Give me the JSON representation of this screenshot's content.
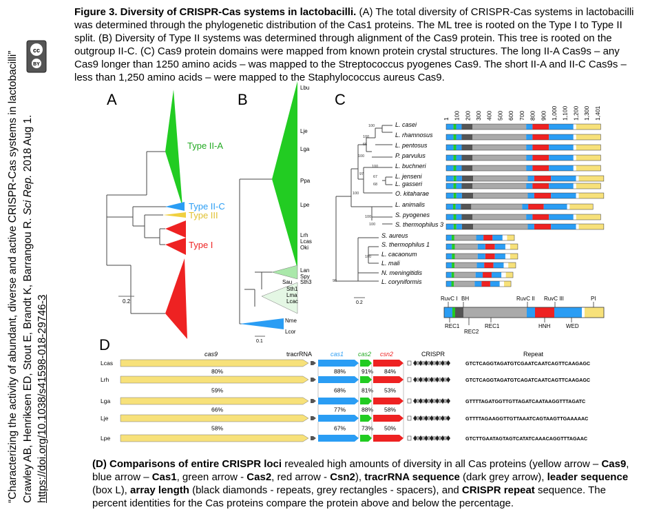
{
  "sidebar": {
    "line1": "“Characterizing the activity of abundant, diverse and active CRISPR-Cas systems in lactobacilli”",
    "line2_prefix": "Crawley AB, Henriksen ED, Stout E, Brandt K, Barrangou R. ",
    "line2_journal": "Sci Rep.",
    "line2_suffix": " 2018 Aug 1.",
    "doi": "https://doi.org/10.1038/s41598-018-29746-3",
    "license_icon": "cc-by-icon"
  },
  "caption": {
    "title": "Figure 3. Diversity of CRISPR-Cas systems in lactobacilli.",
    "text": " (A) The total diversity of CRISPR-Cas systems in lactobacilli was determined through the phylogenetic distribution of the Cas1 proteins. The ML tree is rooted on the Type I to Type II split. (B) Diversity of Type II systems was determined through alignment of the Cas9 protein. This tree is rooted on the outgroup II-C. (C) Cas9 protein domains were mapped from known protein crystal structures. The long II-A Cas9s – any Cas9 longer than 1250 amino acids – was mapped to the Streptococcus pyogenes Cas9. The short II-A and II-C Cas9s – less than 1,250 amino acids – were mapped to the Staphylococcus aureus Cas9."
  },
  "panelA": {
    "letter": "A",
    "labels": {
      "type2a": "Type II-A",
      "type2c": "Type II-C",
      "type3": "Type III",
      "type1": "Type I"
    },
    "scale": "0.2",
    "colors": {
      "type2a": "#22cc22",
      "type2c": "#2a9df4",
      "type3": "#f0d040",
      "type1": "#ee2222"
    }
  },
  "panelB": {
    "letter": "B",
    "taxa": [
      "Lbu",
      "Lje",
      "Lga",
      "Ppa",
      "Lpe",
      "Lrh",
      "Lcas",
      "Oki",
      "Lan",
      "Spy",
      "Sth3",
      "Sau",
      "Sth1",
      "Lma",
      "Lcac",
      "Nme",
      "Lcor"
    ],
    "scale": "0.1"
  },
  "panelC": {
    "letter": "C",
    "axis_ticks": [
      "1",
      "100",
      "200",
      "300",
      "400",
      "500",
      "600",
      "700",
      "800",
      "900",
      "1,000",
      "1,100",
      "1,200",
      "1,300",
      "1,401"
    ],
    "species": [
      "L. casei",
      "L. rhamnosus",
      "L. pentosus",
      "P. parvulus",
      "L. buchneri",
      "L. jenseni",
      "L. gasseri",
      "O. kitaharae",
      "L. animalis",
      "S. pyogenes",
      "S. thermophilus 3",
      "S. aureus",
      "S. thermophilus 1",
      "L. cacaonum",
      "L. mali",
      "N. meningitidis",
      "L. coryniformis"
    ],
    "bootstrap": [
      "100",
      "100",
      "66",
      "100",
      "100",
      "97",
      "67",
      "68",
      "100",
      "100",
      "100",
      "100",
      "98"
    ],
    "scale": "0.2",
    "domains_top": [
      "RuvC I",
      "BH",
      "RuvC II",
      "RuvC III",
      "PI"
    ],
    "domains_bottom": [
      "REC1",
      "REC2",
      "REC1",
      "HNH",
      "WED"
    ]
  },
  "panelD": {
    "letter": "D",
    "headers": {
      "cas9": "cas9",
      "tracr": "tracrRNA",
      "cas1": "cas1",
      "cas2": "cas2",
      "csn2": "csn2",
      "crispr": "CRISPR",
      "repeat": "Repeat"
    },
    "rows": [
      {
        "name": "Lcas",
        "cas9": "80%",
        "cas1": "88%",
        "cas2": "91%",
        "csn2": "84%",
        "repeat": "GTCTCAGGTAGATGTCGAATCAATCAGTTCAAGAGC"
      },
      {
        "name": "Lrh",
        "cas9": "59%",
        "cas1": "68%",
        "cas2": "81%",
        "csn2": "53%",
        "repeat": "GTCTCAGGTAGATGTCAGATCAATCAGTTCAAGAGC"
      },
      {
        "name": "Lga",
        "cas9": "66%",
        "cas1": "77%",
        "cas2": "88%",
        "csn2": "58%",
        "repeat": "GTTTTAGATGGTTGTTAGATCAATAAGGTTTAGATC"
      },
      {
        "name": "Lje",
        "cas9": "58%",
        "cas1": "67%",
        "cas2": "73%",
        "csn2": "50%",
        "repeat": "GTTTTAGAAGGTTGTTAAATCAGTAAGTTGAAAAAC"
      },
      {
        "name": "Lpe",
        "repeat": "GTCTTGAATAGTAGTCATATCAAACAGGTTTAGAAC"
      }
    ],
    "colors": {
      "cas9": "#f7e17a",
      "cas1": "#2a9df4",
      "cas2": "#22cc22",
      "csn2": "#ee2222",
      "tracr": "#555555"
    }
  },
  "bottom": {
    "l1": "(D) ",
    "b1": "Comparisons of entire CRISPR loci",
    "t1": " revealed high amounts of diversity in all Cas proteins (yellow arrow – ",
    "b2": "Cas9",
    "t2": ", blue arrow – ",
    "b3": "Cas1",
    "t3": ", green arrow - ",
    "b4": "Cas2",
    "t4": ", red arrow - ",
    "b5": "Csn2",
    "t5": "), ",
    "b6": "tracrRNA sequence",
    "t6": " (dark grey arrow), ",
    "b7": "leader sequence",
    "t7": " (box L), ",
    "b8": "array length",
    "t8": " (black diamonds - repeats, grey rectangles - spacers), and ",
    "b9": "CRISPR repeat",
    "t9": " sequence. The percent identities for the Cas proteins compare the protein above and below the percentage."
  }
}
